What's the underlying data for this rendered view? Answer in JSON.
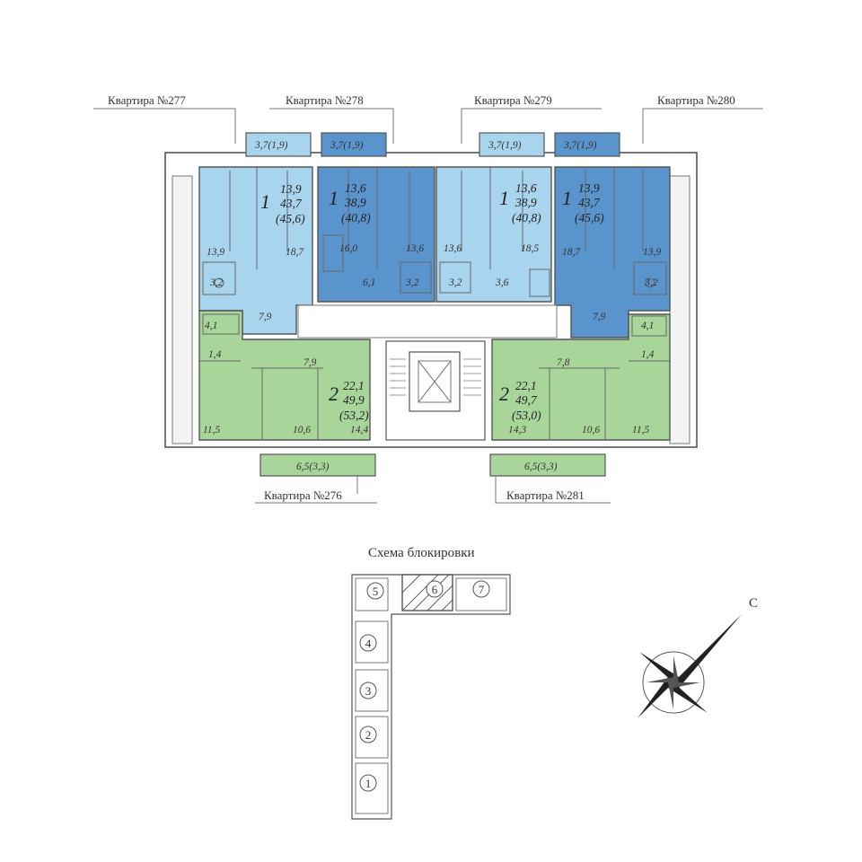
{
  "apartments": {
    "a277": {
      "label": "Квартира №277",
      "rooms": "1",
      "living": "13,9",
      "total": "43,7",
      "total_balcony": "(45,6)",
      "balcony": "3,7(1,9)",
      "room_areas": [
        "13,9",
        "18,7",
        "3,2",
        "7,9"
      ]
    },
    "a278": {
      "label": "Квартира №278",
      "rooms": "1",
      "living": "13,6",
      "total": "38,9",
      "total_balcony": "(40,8)",
      "balcony": "3,7(1,9)",
      "room_areas": [
        "16,0",
        "13,6",
        "6,1",
        "3,2"
      ]
    },
    "a279": {
      "label": "Квартира №279",
      "rooms": "1",
      "living": "13,6",
      "total": "38,9",
      "total_balcony": "(40,8)",
      "balcony": "3,7(1,9)",
      "room_areas": [
        "13,6",
        "18,5",
        "3,2",
        "3,6"
      ]
    },
    "a280": {
      "label": "Квартира №280",
      "rooms": "1",
      "living": "13,9",
      "total": "43,7",
      "total_balcony": "(45,6)",
      "balcony": "3,7(1,9)",
      "room_areas": [
        "18,7",
        "13,9",
        "3,2",
        "7,9"
      ]
    },
    "a276": {
      "label": "Квартира №276",
      "rooms": "2",
      "living": "22,1",
      "total": "49,9",
      "total_balcony": "(53,2)",
      "balcony": "6,5(3,3)",
      "room_areas": [
        "4,1",
        "1,4",
        "7,9",
        "11,5",
        "10,6",
        "14,4"
      ]
    },
    "a281": {
      "label": "Квартира №281",
      "rooms": "2",
      "living": "22,1",
      "total": "49,7",
      "total_balcony": "(53,0)",
      "balcony": "6,5(3,3)",
      "room_areas": [
        "4,1",
        "1,4",
        "7,8",
        "14,3",
        "10,6",
        "11,5"
      ]
    }
  },
  "scheme": {
    "title": "Схема блокировки",
    "sections": [
      "1",
      "2",
      "3",
      "4",
      "5",
      "6",
      "7"
    ],
    "highlighted": "6"
  },
  "compass": {
    "north_label": "С"
  },
  "colors": {
    "light_blue": "#a9d4ee",
    "dark_blue": "#5a94cc",
    "green": "#a8d69a",
    "walls": "#555555"
  }
}
